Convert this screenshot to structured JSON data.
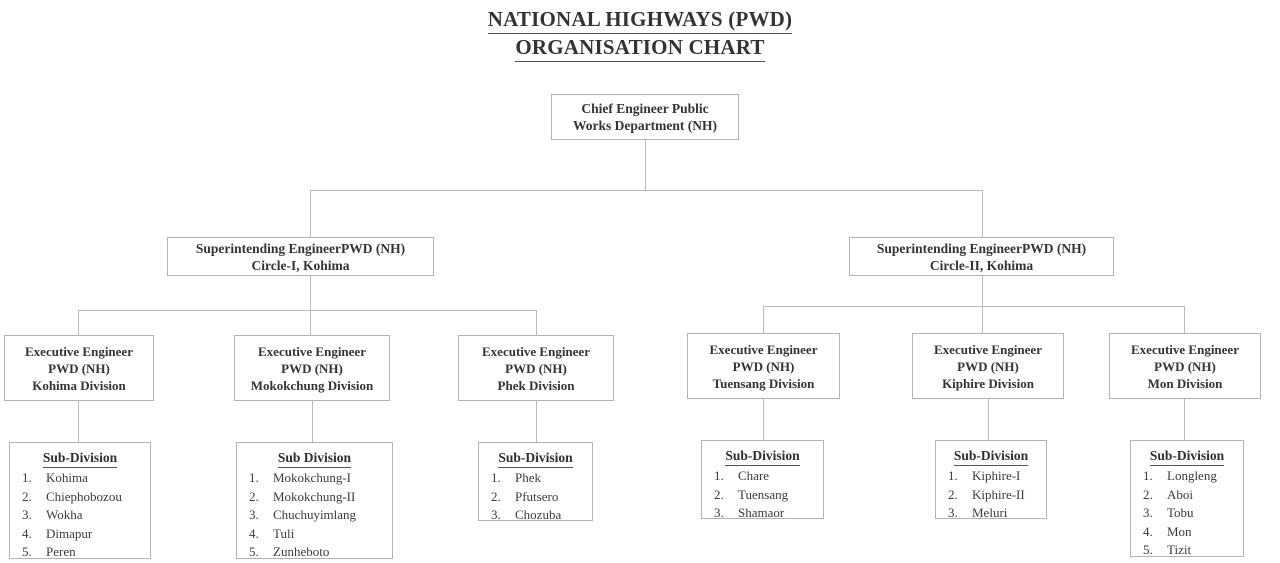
{
  "title": {
    "line1": "NATIONAL HIGHWAYS (PWD)",
    "line2": "ORGANISATION CHART"
  },
  "chief_engineer": {
    "line1": "Chief Engineer Public",
    "line2": "Works Department (NH)"
  },
  "circles": [
    {
      "line1": "Superintending EngineerPWD (NH)",
      "line2": "Circle-I, Kohima"
    },
    {
      "line1": "Superintending EngineerPWD (NH)",
      "line2": "Circle-II, Kohima"
    }
  ],
  "divisions": [
    {
      "line1": "Executive Engineer",
      "line2": "PWD (NH)",
      "line3": "Kohima Division",
      "sub_title": "Sub-Division",
      "sub_items": [
        {
          "num": "1.",
          "name": "Kohima"
        },
        {
          "num": "2.",
          "name": "Chiephobozou"
        },
        {
          "num": "3.",
          "name": "Wokha"
        },
        {
          "num": "4.",
          "name": "Dimapur"
        },
        {
          "num": "5.",
          "name": "Peren"
        }
      ]
    },
    {
      "line1": "Executive Engineer",
      "line2": "PWD (NH)",
      "line3": "Mokokchung Division",
      "sub_title": "Sub Division",
      "sub_items": [
        {
          "num": "1.",
          "name": "Mokokchung-I"
        },
        {
          "num": "2.",
          "name": "Mokokchung-II"
        },
        {
          "num": "3.",
          "name": "Chuchuyimlang"
        },
        {
          "num": "4.",
          "name": "Tuli"
        },
        {
          "num": "5.",
          "name": "Zunheboto"
        }
      ]
    },
    {
      "line1": "Executive Engineer",
      "line2": "PWD (NH)",
      "line3": "Phek Division",
      "sub_title": "Sub-Division",
      "sub_items": [
        {
          "num": "1.",
          "name": "Phek"
        },
        {
          "num": "2.",
          "name": "Pfutsero"
        },
        {
          "num": "3.",
          "name": "Chozuba"
        }
      ]
    },
    {
      "line1": "Executive Engineer",
      "line2": "PWD (NH)",
      "line3": "Tuensang Division",
      "sub_title": "Sub-Division",
      "sub_items": [
        {
          "num": "1.",
          "name": "Chare"
        },
        {
          "num": "2.",
          "name": "Tuensang"
        },
        {
          "num": "3.",
          "name": "Shamaor"
        }
      ]
    },
    {
      "line1": "Executive Engineer",
      "line2": "PWD (NH)",
      "line3": "Kiphire Division",
      "sub_title": "Sub-Division",
      "sub_items": [
        {
          "num": "1.",
          "name": "Kiphire-I"
        },
        {
          "num": "2.",
          "name": "Kiphire-II"
        },
        {
          "num": "3.",
          "name": "Meluri"
        }
      ]
    },
    {
      "line1": "Executive Engineer",
      "line2": "PWD (NH)",
      "line3": "Mon Division",
      "sub_title": "Sub-Division",
      "sub_items": [
        {
          "num": "1.",
          "name": "Longleng"
        },
        {
          "num": "2.",
          "name": "Aboi"
        },
        {
          "num": "3.",
          "name": "Tobu"
        },
        {
          "num": "4.",
          "name": "Mon"
        },
        {
          "num": "5.",
          "name": "Tizit"
        }
      ]
    }
  ],
  "colors": {
    "background": "#ffffff",
    "box_border": "#b3b3b3",
    "connector": "#b9b9b9",
    "text": "#343434",
    "title_text": "#333333"
  }
}
